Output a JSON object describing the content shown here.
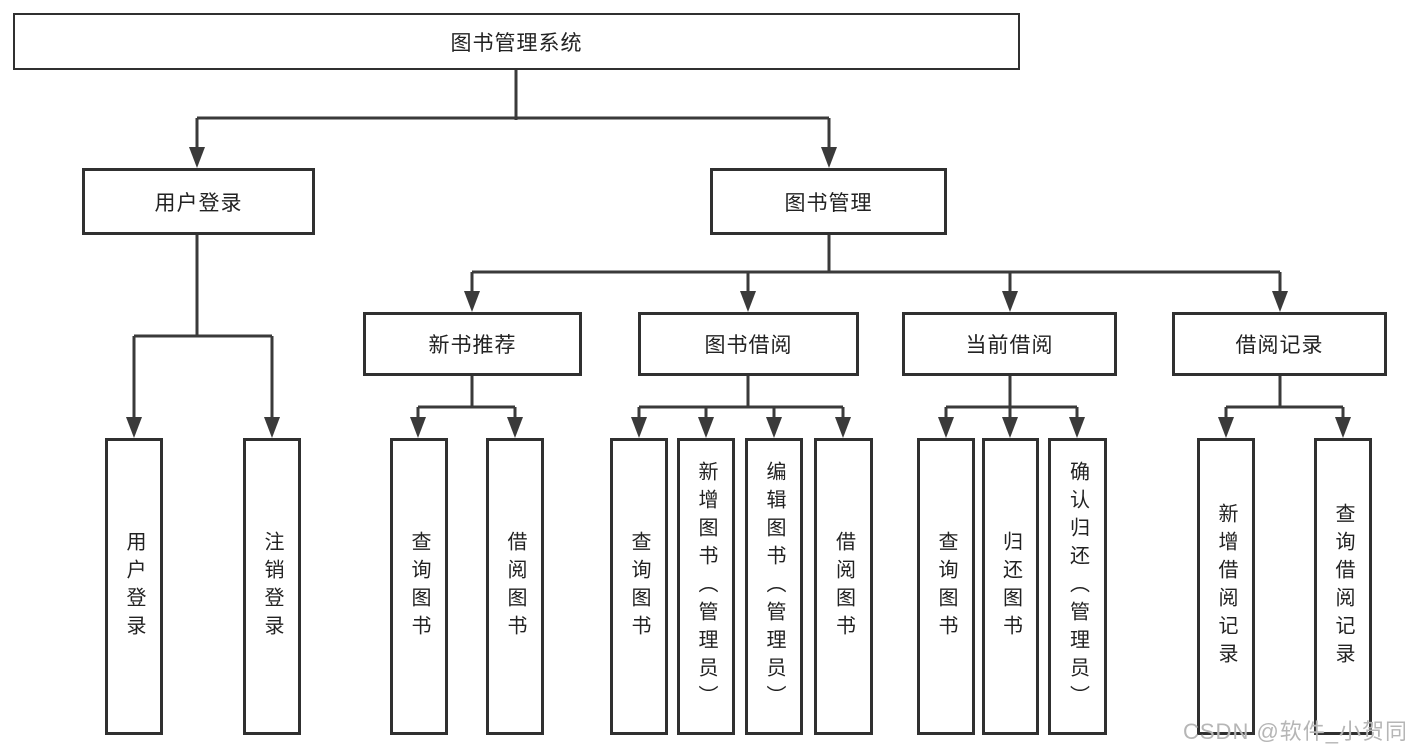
{
  "tree": {
    "label": "图书管理系统",
    "children": [
      {
        "label": "用户登录",
        "children": [
          {
            "label": "用户登录"
          },
          {
            "label": "注销登录"
          }
        ]
      },
      {
        "label": "图书管理",
        "children": [
          {
            "label": "新书推荐",
            "children": [
              {
                "label": "查询图书"
              },
              {
                "label": "借阅图书"
              }
            ]
          },
          {
            "label": "图书借阅",
            "children": [
              {
                "label": "查询图书"
              },
              {
                "label": "新增图书（管理员）"
              },
              {
                "label": "编辑图书（管理员）"
              },
              {
                "label": "借阅图书"
              }
            ]
          },
          {
            "label": "当前借阅",
            "children": [
              {
                "label": "查询图书"
              },
              {
                "label": "归还图书"
              },
              {
                "label": "确认归还（管理员）"
              }
            ]
          },
          {
            "label": "借阅记录",
            "children": [
              {
                "label": "新增借阅记录"
              },
              {
                "label": "查询借阅记录"
              }
            ]
          }
        ]
      }
    ]
  },
  "watermark": {
    "text": "CSDN @软件_小贺同学"
  },
  "colors": {
    "box_border": "#303030",
    "connector_line": "#3a3a3a",
    "text": "#222222",
    "watermark": "#b6b6b6",
    "background": "#ffffff"
  }
}
